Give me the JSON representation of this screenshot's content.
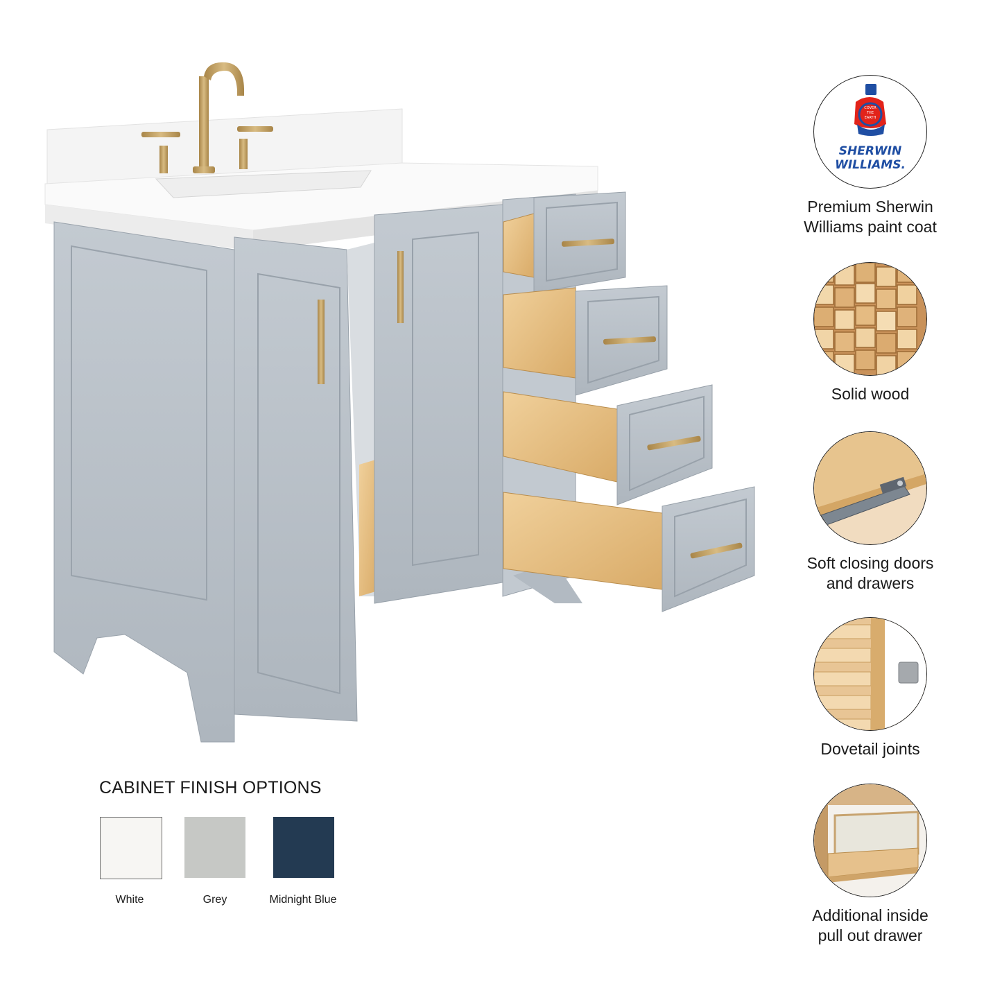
{
  "features": [
    {
      "icon": "sherwin-williams-logo-icon",
      "caption_lines": [
        "Premium Sherwin",
        "Williams paint coat"
      ],
      "logo_text": [
        "COVER",
        "THE",
        "EARTH",
        "SHERWIN",
        "WILLIAMS."
      ]
    },
    {
      "icon": "solid-wood-icon",
      "caption_lines": [
        "Solid wood"
      ]
    },
    {
      "icon": "soft-close-hinge-icon",
      "caption_lines": [
        "Soft closing doors",
        "and drawers"
      ]
    },
    {
      "icon": "dovetail-joint-icon",
      "caption_lines": [
        "Dovetail joints"
      ]
    },
    {
      "icon": "pull-out-drawer-icon",
      "caption_lines": [
        "Additional inside",
        "pull out drawer"
      ]
    }
  ],
  "finish_options": {
    "title": "CABINET FINISH OPTIONS",
    "swatches": [
      {
        "label": "White",
        "color": "#f7f6f3"
      },
      {
        "label": "Grey",
        "color": "#c6c8c5"
      },
      {
        "label": "Midnight Blue",
        "color": "#233a52"
      }
    ]
  },
  "colors": {
    "cabinet": "#bcc3cb",
    "wood": "#e6bf85",
    "hardware": "#c7a56a",
    "countertop": "#f8f8f8"
  }
}
